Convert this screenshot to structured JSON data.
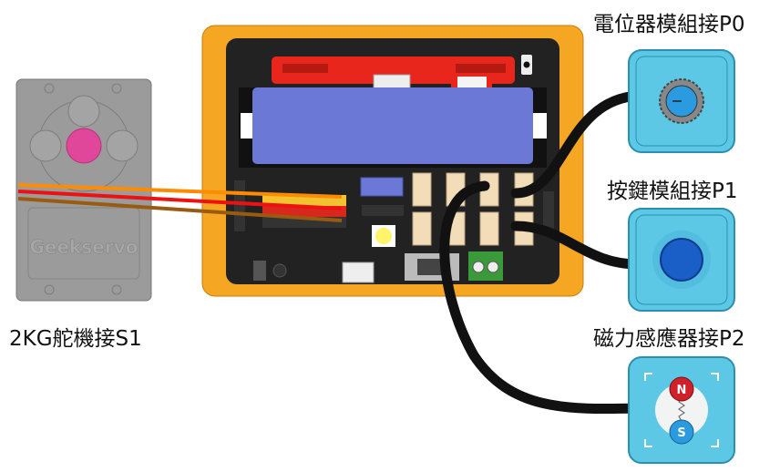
{
  "title": "Wiring diagram",
  "labels": {
    "servo": "2KG舵機接S1",
    "potentiometer": "電位器模組接P0",
    "button": "按鍵模組接P1",
    "magnetic": "磁力感應器接P2"
  },
  "servo_brand": "Geekservo",
  "magnet_poles": {
    "north": "N",
    "south": "S"
  },
  "colors": {
    "frame": "#f5a623",
    "pcb": "#222222",
    "battery": "#6b78d6",
    "module": "#5cc8e6",
    "servo": "#9b9b9b",
    "wire_signal": "#ff8c00",
    "wire_power": "#ee1111",
    "wire_ground": "#9a5a10"
  }
}
